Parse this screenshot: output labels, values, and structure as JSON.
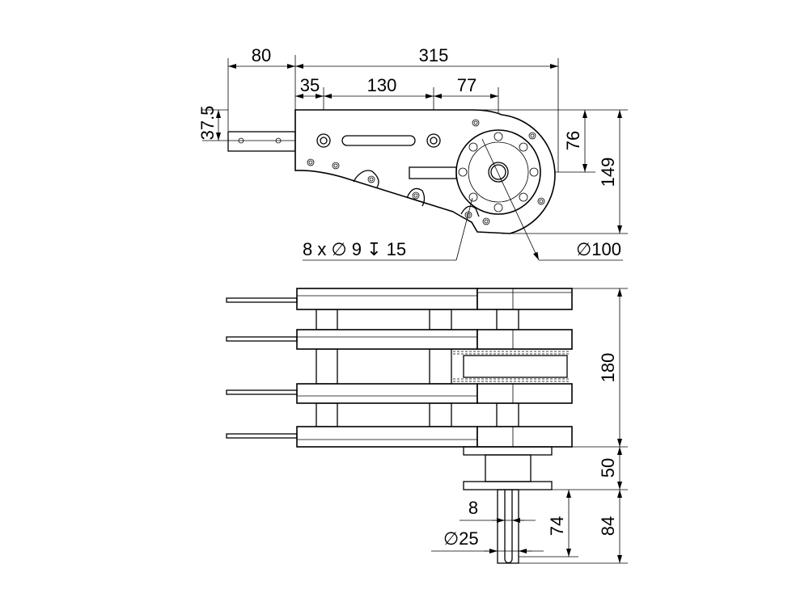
{
  "top_view": {
    "dims": {
      "shaft_length": "80",
      "overall_length": "315",
      "first_hole": "35",
      "hole_spacing": "130",
      "to_center": "77",
      "shaft_offset": "37.5",
      "center_height": "76",
      "overall_height": "149",
      "hole_callout": "8 x ∅ 9 ↧ 15",
      "flange_diameter": "∅100"
    }
  },
  "side_view": {
    "dims": {
      "stack_height": "180",
      "flange_height": "50",
      "shaft_length": "84",
      "key_width": "8",
      "shaft_diameter": "∅25",
      "key_length": "74"
    }
  }
}
